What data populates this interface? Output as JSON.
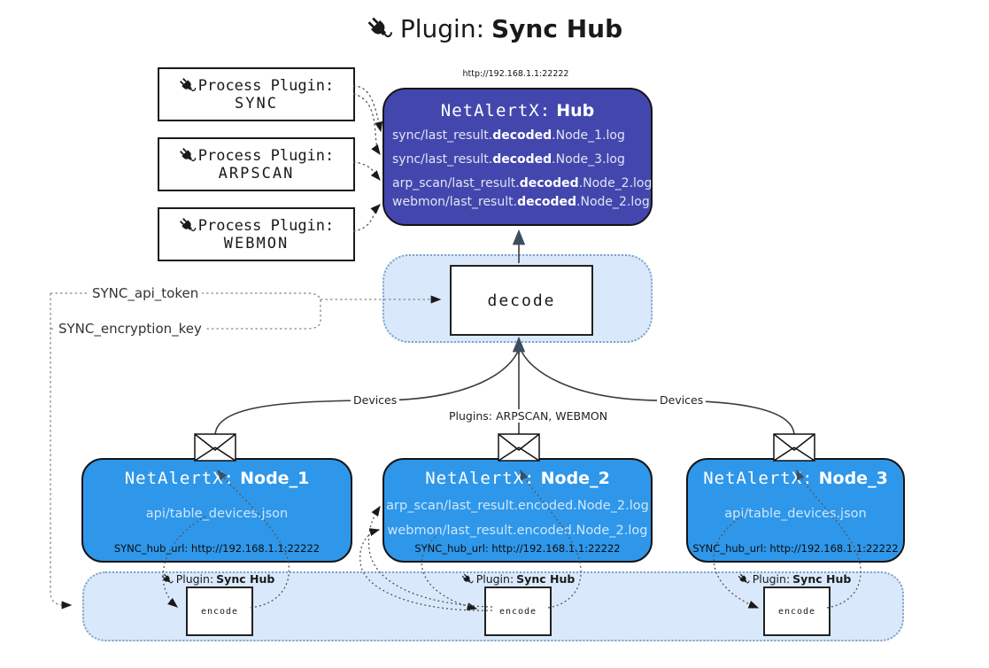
{
  "title": {
    "icon": "plug-icon",
    "prefix": "Plugin:",
    "name": "Sync Hub"
  },
  "process_plugins": [
    {
      "icon": "plug-icon",
      "label": "Process Plugin:",
      "name": "SYNC"
    },
    {
      "icon": "plug-icon",
      "label": "Process Plugin:",
      "name": "ARPSCAN"
    },
    {
      "icon": "plug-icon",
      "label": "Process Plugin:",
      "name": "WEBMON"
    }
  ],
  "hub": {
    "url": "http://192.168.1.1:22222",
    "title_prefix": "NetAlertX:",
    "title_name": "Hub",
    "logs": [
      {
        "pre": "sync/last_result.",
        "bold": "decoded",
        "post": ".Node_1.log"
      },
      {
        "pre": "sync/last_result.",
        "bold": "decoded",
        "post": ".Node_3.log"
      },
      {
        "pre": "arp_scan/last_result.",
        "bold": "decoded",
        "post": ".Node_2.log"
      },
      {
        "pre": "webmon/last_result.",
        "bold": "decoded",
        "post": ".Node_2.log"
      }
    ]
  },
  "decode_label": "decode",
  "config": {
    "api_token": "SYNC_api_token",
    "encryption_key": "SYNC_encryption_key"
  },
  "edge_labels": {
    "devices_left": "Devices",
    "plugins_mid": "Plugins: ARPSCAN, WEBMON",
    "devices_right": "Devices"
  },
  "nodes": [
    {
      "title_prefix": "NetAlertX:",
      "title_name": "Node_1",
      "lines": [
        "api/table_devices.json"
      ],
      "hub_url": "SYNC_hub_url: http://192.168.1.1:22222"
    },
    {
      "title_prefix": "NetAlertX:",
      "title_name": "Node_2",
      "lines": [
        "arp_scan/last_result.encoded.Node_2.log",
        "webmon/last_result.encoded.Node_2.log"
      ],
      "hub_url": "SYNC_hub_url: http://192.168.1.1:22222"
    },
    {
      "title_prefix": "NetAlertX:",
      "title_name": "Node_3",
      "lines": [
        "api/table_devices.json"
      ],
      "hub_url": "SYNC_hub_url: http://192.168.1.1:22222"
    }
  ],
  "encode_units": [
    {
      "icon": "plug-icon",
      "caption_prefix": "Plugin:",
      "caption_name": "Sync Hub",
      "label": "encode"
    },
    {
      "icon": "plug-icon",
      "caption_prefix": "Plugin:",
      "caption_name": "Sync Hub",
      "label": "encode"
    },
    {
      "icon": "plug-icon",
      "caption_prefix": "Plugin:",
      "caption_name": "Sync Hub",
      "label": "encode"
    }
  ],
  "colors": {
    "hub_bg": "#4347ad",
    "node_bg": "#2e97ea",
    "band_bg": "#d9e9fb",
    "band_border": "#7ea2c8",
    "arrow_dark": "#3e4e5e"
  }
}
